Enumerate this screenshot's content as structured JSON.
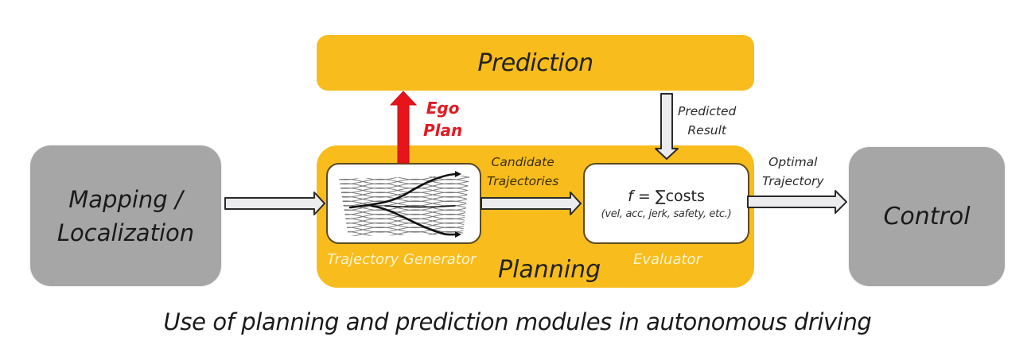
{
  "diagram": {
    "colors": {
      "planning_fill": "#f8bc1c",
      "prediction_fill": "#f8bc1c",
      "module_gray": "#a6a6a7",
      "ego_arrow": "#e11a22",
      "flow_arrow_fill": "#ececee",
      "flow_arrow_stroke": "#2a2a2a"
    },
    "nodes": {
      "mapping": {
        "line1": "Mapping /",
        "line2": "Localization"
      },
      "prediction": {
        "label": "Prediction"
      },
      "planning": {
        "label": "Planning"
      },
      "trajectory_generator": {
        "label": "Trajectory Generator",
        "icon": "trajectory-fan-icon"
      },
      "evaluator": {
        "label": "Evaluator",
        "formula_f": "f",
        "formula_rest": " = ∑costs",
        "terms": "(vel, acc, jerk, safety, etc.)"
      },
      "control": {
        "label": "Control"
      }
    },
    "edges": {
      "ego_plan": {
        "line1": "Ego",
        "line2": "Plan"
      },
      "predicted_result": {
        "line1": "Predicted",
        "line2": "Result"
      },
      "candidate_trajectories": {
        "line1": "Candidate",
        "line2": "Trajectories"
      },
      "optimal_trajectory": {
        "line1": "Optimal",
        "line2": "Trajectory"
      }
    },
    "caption": "Use of planning and prediction modules in autonomous driving"
  }
}
